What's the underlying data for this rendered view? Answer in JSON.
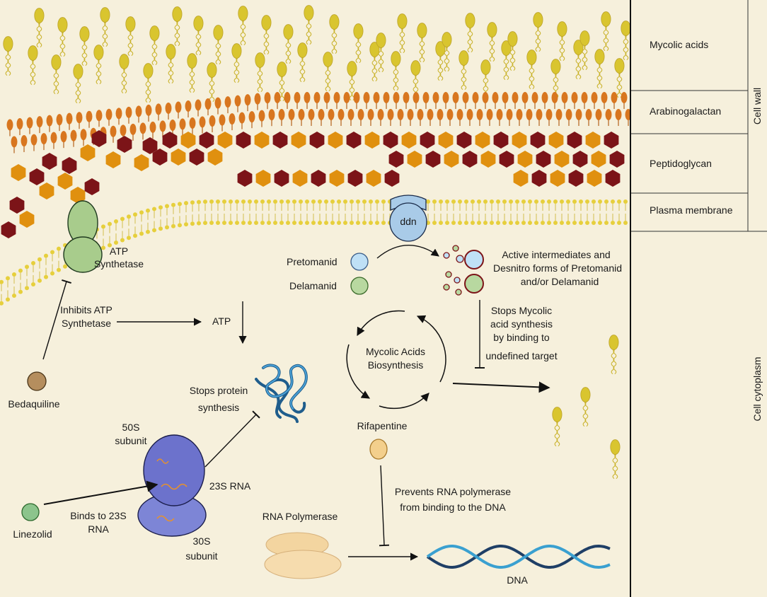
{
  "side_panel": {
    "layers": [
      "Mycolic acids",
      "Arabinogalactan",
      "Peptidoglycan",
      "Plasma membrane"
    ],
    "cell_wall": "Cell wall",
    "cell_cytoplasm": "Cell cytoplasm"
  },
  "membrane_protein": {
    "ddn": "ddn"
  },
  "atp_synthetase": {
    "line1": "ATP",
    "line2": "Synthetase"
  },
  "drugs": {
    "pretomanid": "Pretomanid",
    "delamanid": "Delamanid",
    "bedaquiline": "Bedaquiline",
    "linezolid": "Linezolid",
    "rifapentine": "Rifapentine"
  },
  "active_intermediates": {
    "line1": "Active intermediates  and",
    "line2": "Desnitro forms of Pretomanid",
    "line3": "and/or Delamanid"
  },
  "inhibits_atp": {
    "line1": "Inhibits ATP",
    "line2": "Synthetase"
  },
  "atp": "ATP",
  "stops_mycolic": {
    "line1": "Stops Mycolic",
    "line2": "acid synthesis",
    "line3": "by binding to",
    "line4": "undefined target"
  },
  "mycolic_cycle": {
    "line1": "Mycolic Acids",
    "line2": "Biosynthesis"
  },
  "stops_protein": {
    "line1": "Stops protein",
    "line2": "synthesis"
  },
  "ribosome": {
    "s50_line1": "50S",
    "s50_line2": "subunit",
    "rna23s": "23S RNA",
    "s30_line1": "30S",
    "s30_line2": "subunit"
  },
  "binds_23s": {
    "line1": "Binds to 23S",
    "line2": "RNA"
  },
  "prevents_rna": {
    "line1": "Prevents RNA polymerase",
    "line2": "from binding to the DNA"
  },
  "rna_polymerase": "RNA Polymerase",
  "dna": "DNA",
  "colors": {
    "background": "#f6f0dc",
    "mycolic_yellow": "#d9c52f",
    "arabinogalactan_orange": "#d8761f",
    "peptidoglycan_dark": "#7c1418",
    "peptidoglycan_orange": "#e0900f",
    "membrane_yellow": "#e6cf3c",
    "atp_synthetase_green": "#a8cc8c",
    "ddn_blue": "#a9cbe8",
    "ribosome_purple": "#6c72cc",
    "rna_polymerase": "#f3d5a0",
    "dna_dark": "#1f3f66",
    "dna_light": "#3aa0d0",
    "protein_blue": "#2176b0"
  }
}
